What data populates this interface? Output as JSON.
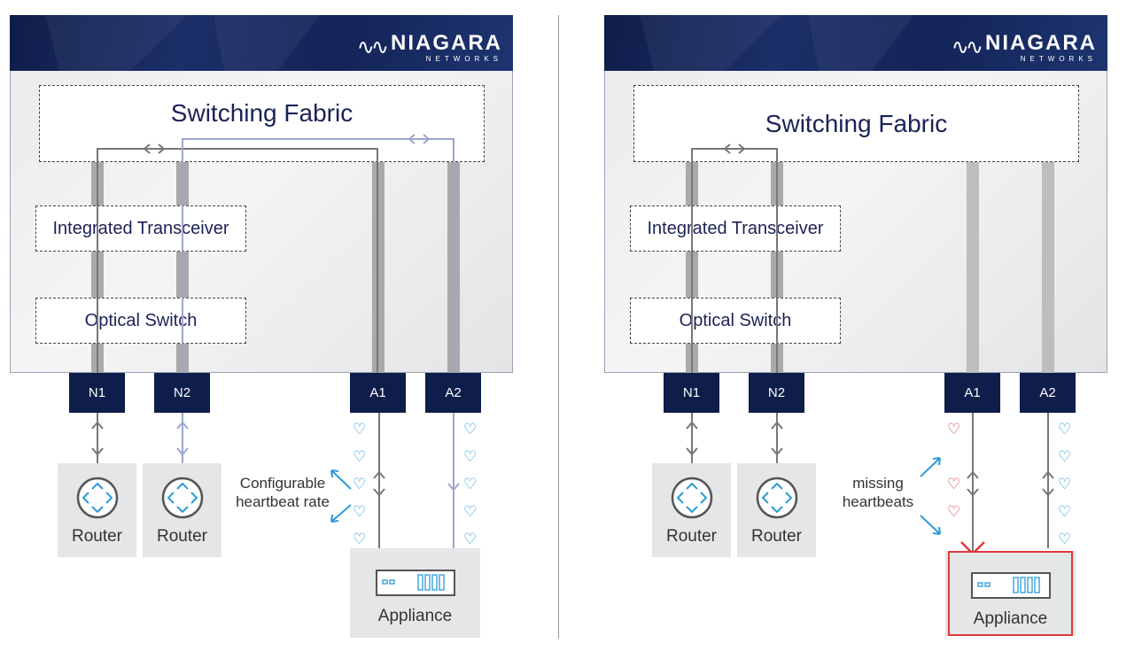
{
  "brand": {
    "name": "NIAGARA",
    "sub": "NETWORKS",
    "mark": "∿∿"
  },
  "colors": {
    "navy": "#0f1d4a",
    "accent": "#2a9bd8",
    "alert": "#d83a3a",
    "path": "#9aa6d0"
  },
  "left": {
    "switching_fabric": "Switching Fabric",
    "transceiver": "Integrated Transceiver",
    "optical_switch": "Optical Switch",
    "ports": [
      "N1",
      "N2",
      "A1",
      "A2"
    ],
    "routers": [
      "Router",
      "Router"
    ],
    "appliance": "Appliance",
    "note_line1": "Configurable",
    "note_line2": "heartbeat rate",
    "heart": "♡"
  },
  "right": {
    "switching_fabric": "Switching Fabric",
    "transceiver": "Integrated Transceiver",
    "optical_switch": "Optical Switch",
    "ports": [
      "N1",
      "N2",
      "A1",
      "A2"
    ],
    "routers": [
      "Router",
      "Router"
    ],
    "appliance": "Appliance",
    "note_line1": "missing",
    "note_line2": "heartbeats",
    "heart": "♡"
  }
}
